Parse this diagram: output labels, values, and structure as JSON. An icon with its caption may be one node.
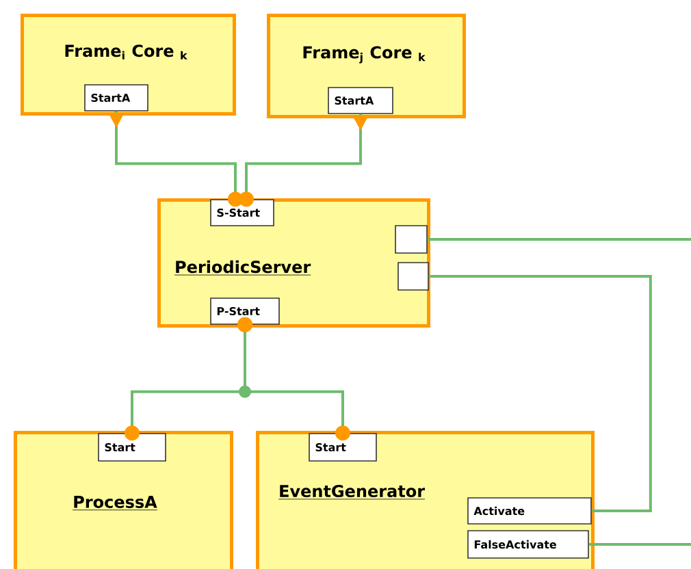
{
  "diagram": {
    "nodes": [
      {
        "text": [
          "Frame$_{i}$ Core $_{k}$"
        ]
      },
      {
        "text": [
          "StartA"
        ],
        "in": 0
      },
      {
        "text": [
          "Frame$_{j}$ Core $_{k}$"
        ]
      },
      {
        "text": [
          "StartA"
        ],
        "in": 2
      },
      {
        "text": [
          "PeriodicServer"
        ]
      },
      {
        "text": [
          "S-Start"
        ],
        "in": 4
      },
      {
        "text": [
          "P-Start"
        ],
        "in": 4
      },
      {
        "text": [],
        "shape": "box",
        "in": 4
      },
      {
        "text": [],
        "shape": "box",
        "in": 4
      },
      {
        "text": [
          "ProcessA"
        ]
      },
      {
        "text": [
          "Start"
        ],
        "in": 9
      },
      {
        "text": [
          "EventGenerator"
        ]
      },
      {
        "text": [
          "Start"
        ],
        "in": 11
      },
      {
        "text": [
          "Activate"
        ],
        "in": 11
      },
      {
        "text": [
          "FalseActivate"
        ],
        "in": 11
      }
    ],
    "edges": [
      {
        "from": 1,
        "to": 5,
        "arrow": "other"
      },
      {
        "from": 3,
        "to": 5,
        "arrow": "other"
      },
      {
        "from": 6,
        "to": 10,
        "arrow": "other"
      },
      {
        "from": 6,
        "to": 12,
        "arrow": "other"
      },
      {
        "from": 7,
        "to": null,
        "arrow": "none"
      },
      {
        "from": 8,
        "to": 13,
        "arrow": "none"
      },
      {
        "from": 14,
        "to": null,
        "arrow": "none"
      }
    ]
  }
}
